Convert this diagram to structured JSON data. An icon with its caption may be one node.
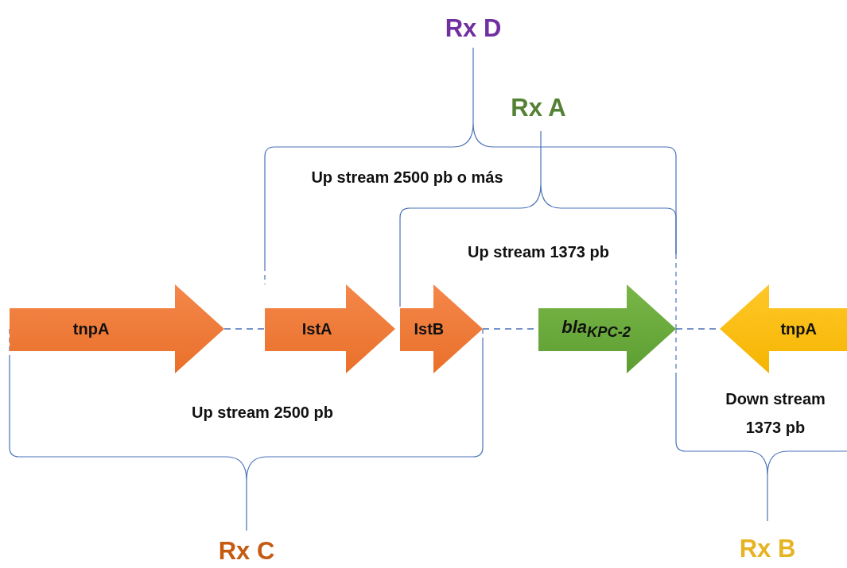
{
  "diagram": {
    "nodes": [
      {
        "text": [
          "tnpA"
        ]
      },
      {
        "text": [
          "IstA"
        ]
      },
      {
        "text": [
          "IstB"
        ]
      },
      {
        "text": [
          "bla$_{KPC-2}$"
        ]
      },
      {
        "text": [
          "tnpA"
        ]
      }
    ],
    "edges": [
      {
        "from": 0,
        "to": 1,
        "arrow": "none",
        "style": "dashed"
      },
      {
        "from": 2,
        "to": 3,
        "arrow": "none",
        "style": "dashed"
      },
      {
        "from": 3,
        "to": 4,
        "arrow": "none",
        "style": "dashed"
      }
    ],
    "labels": [
      "Rx D",
      "Rx A",
      "Up stream 2500 pb o más",
      "Up stream 1373 pb",
      "Up stream 2500 pb",
      "Down stream 1373 pb",
      "Rx C",
      "Rx B"
    ]
  }
}
